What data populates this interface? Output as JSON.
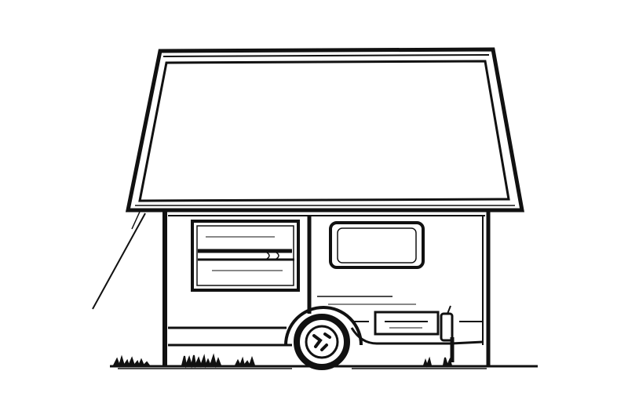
{
  "image": {
    "subject": "caravan-with-awning",
    "style": "black-and-white line drawing",
    "colors": {
      "ink": "#111111",
      "paper": "#ffffff"
    },
    "elements": [
      "awning",
      "awning-support-pole",
      "caravan-body",
      "caravan-door",
      "side-window",
      "front-window",
      "wheel",
      "tow-hitch",
      "support-leg",
      "grass",
      "ground-line"
    ]
  }
}
